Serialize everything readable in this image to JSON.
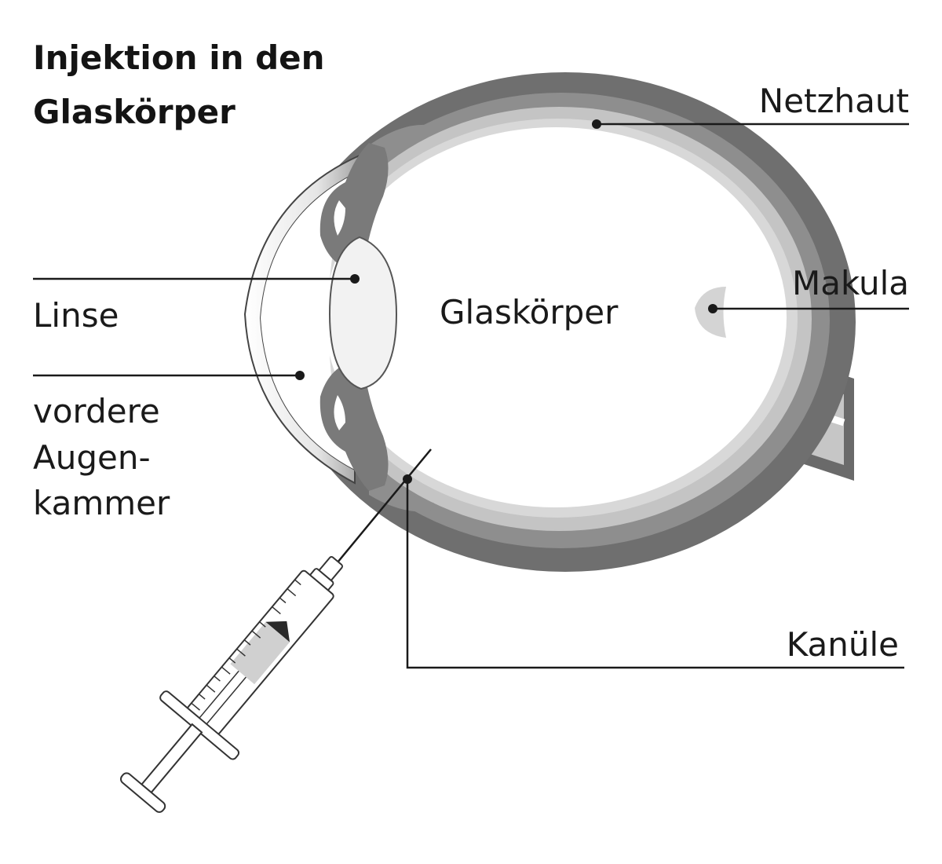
{
  "title": {
    "line1": "Injektion in den",
    "line2": "Glaskörper"
  },
  "labels": {
    "netzhaut": "Netzhaut",
    "makula": "Makula",
    "linse": "Linse",
    "vordere_line1": "vordere",
    "vordere_line2": "Augen-",
    "vordere_line3": "kammer",
    "glaskoerper": "Glaskörper",
    "kanuele": "Kanüle"
  },
  "colors": {
    "sclera": "#6f6f6f",
    "choroid": "#8e8e8e",
    "retina": "#c4c4c4",
    "iris": "#7a7a7a",
    "lens": "#f2f2f2",
    "line": "#1a1a1a"
  }
}
